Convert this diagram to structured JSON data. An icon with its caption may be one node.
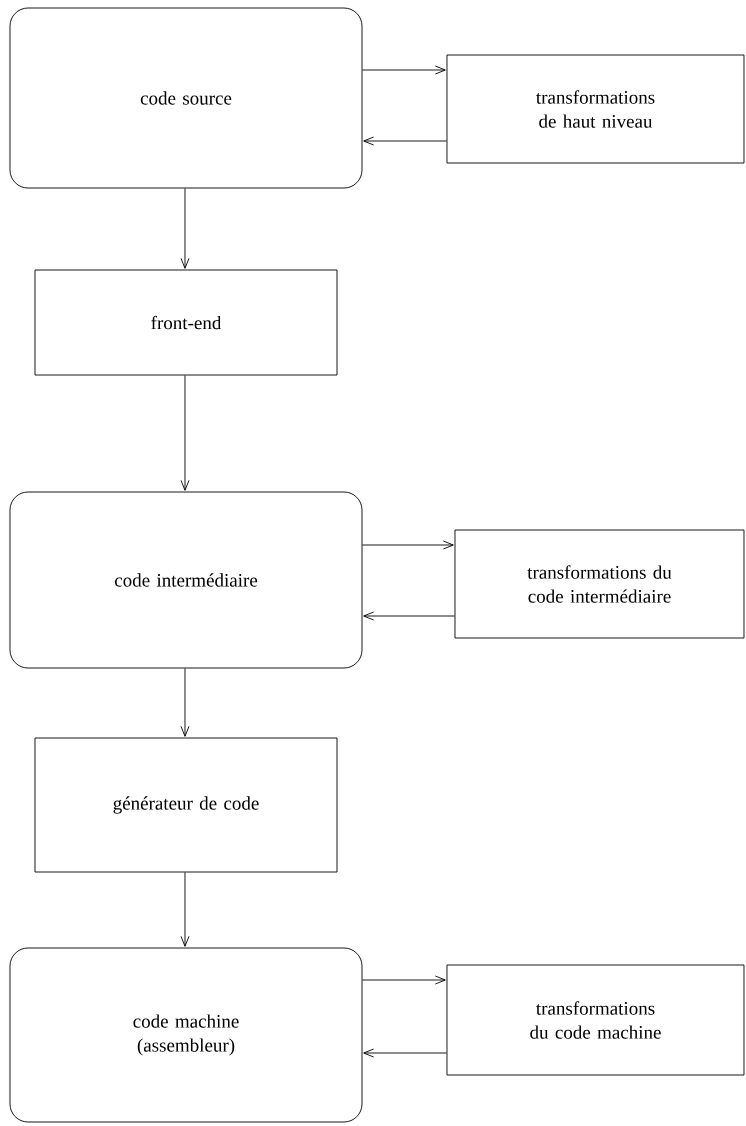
{
  "diagram": {
    "nodes": [
      {
        "text": [
          "code source"
        ]
      },
      {
        "text": [
          "transformations de haut niveau"
        ]
      },
      {
        "text": [
          "front-end"
        ]
      },
      {
        "text": [
          "code intermédiaire"
        ]
      },
      {
        "text": [
          "transformations du code intermédiaire"
        ]
      },
      {
        "text": [
          "générateur de code"
        ]
      },
      {
        "text": [
          "code machine (assembleur)"
        ]
      },
      {
        "text": [
          "transformations du code machine"
        ]
      }
    ],
    "edges": [
      {
        "from": 0,
        "to": 1,
        "arrow": "to"
      },
      {
        "from": 1,
        "to": 0,
        "arrow": "to"
      },
      {
        "from": 0,
        "to": 2,
        "arrow": "to"
      },
      {
        "from": 2,
        "to": 3,
        "arrow": "to"
      },
      {
        "from": 3,
        "to": 4,
        "arrow": "to"
      },
      {
        "from": 4,
        "to": 3,
        "arrow": "to"
      },
      {
        "from": 3,
        "to": 5,
        "arrow": "to"
      },
      {
        "from": 5,
        "to": 6,
        "arrow": "to"
      },
      {
        "from": 6,
        "to": 7,
        "arrow": "to"
      },
      {
        "from": 7,
        "to": 6,
        "arrow": "to"
      }
    ]
  }
}
